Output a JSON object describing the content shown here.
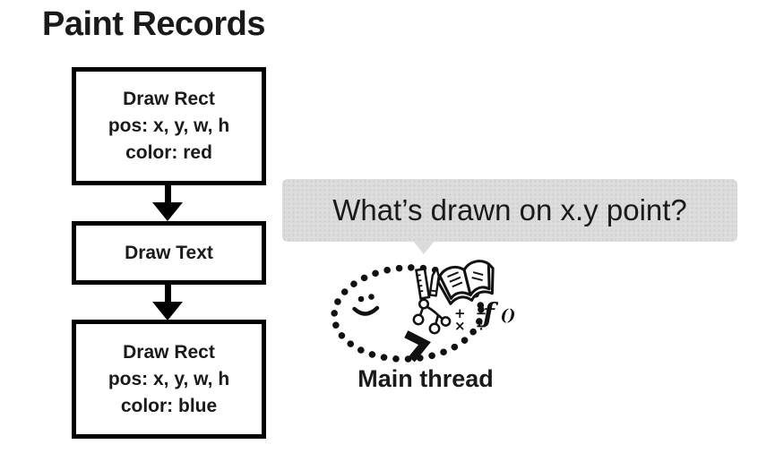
{
  "title": "Paint Records",
  "flowchart": {
    "boxes": [
      {
        "line1": "Draw Rect",
        "line2": "pos: x, y, w, h",
        "line3": "color: red"
      },
      {
        "line1": "Draw Text"
      },
      {
        "line1": "Draw Rect",
        "line2": "pos: x, y, w, h",
        "line3": "color: blue"
      }
    ]
  },
  "speech_bubble": {
    "text": "What’s drawn on x.y point?",
    "bg_color": "#dcdcdc"
  },
  "main_thread": {
    "label": "Main thread",
    "math_row1": "+ −",
    "math_row2": "× ÷",
    "function_f": "ƒ",
    "function_parens": "()"
  },
  "colors": {
    "ink": "#000000",
    "bubble_bg": "#dcdcdc",
    "background": "#ffffff"
  }
}
